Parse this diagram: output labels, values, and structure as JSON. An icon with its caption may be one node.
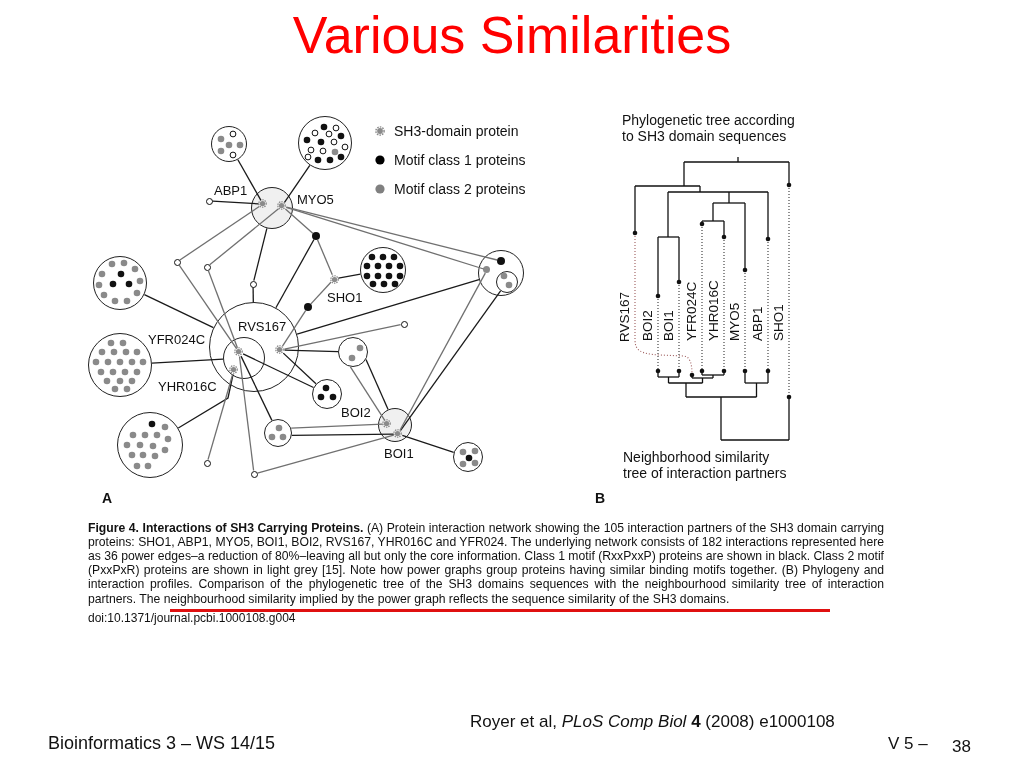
{
  "diagram": {
    "title": "Various Similarities",
    "caption": "**Figure 4. Interactions of SH3 Carrying Proteins.** (A) Protein interaction network showing the 105 interaction partners of the SH3 domain carrying proteins: SHO1, ABP1, MYO5, BOI1, BOI2, RVS167, YHR016C and YFR024. The underlying network consists of 182 interactions represented here as 36 power edges–a reduction of 80%–leaving all but only the core information. Class 1 motif (RxxPxxP) proteins are shown in black. Class 2 motif (PxxPxR) proteins are shown in light grey [15]. Note how power graphs group proteins having similar binding motifs together. (B) Phylogeny and interaction profiles. Comparison of the phylogenetic tree of the SH3 domains sequences with the neighbourhood similarity tree of interaction partners. The neighbourhood similarity implied by the power graph reflects the sequence similarity of the SH3 domains.",
    "nodes": [
      {
        "text": [],
        "shape": "circle"
      },
      {
        "text": [],
        "shape": "circle"
      },
      {
        "text": [],
        "shape": "circle"
      },
      {
        "text": [],
        "shape": "circle",
        "in": 2
      },
      {
        "text": [],
        "shape": "circle",
        "in": 2
      },
      {
        "text": [],
        "shape": "circle"
      },
      {
        "text": [],
        "shape": "circle"
      },
      {
        "text": [],
        "shape": "circle"
      },
      {
        "text": [],
        "shape": "circle"
      },
      {
        "text": [],
        "shape": "circle"
      },
      {
        "text": [],
        "shape": "circle"
      },
      {
        "text": [],
        "shape": "circle"
      },
      {
        "text": [],
        "shape": "circle"
      },
      {
        "text": [],
        "shape": "circle"
      },
      {
        "text": [],
        "shape": "circle"
      },
      {
        "text": [],
        "shape": "circle",
        "in": 14
      },
      {
        "text": [],
        "shape": "circle",
        "in": 14
      },
      {
        "text": [],
        "shape": "circle",
        "in": 14
      },
      {
        "text": [],
        "shape": "circle"
      },
      {
        "text": [],
        "shape": "circle",
        "in": 18
      },
      {
        "text": [],
        "shape": "circle",
        "in": 18
      },
      {
        "text": [],
        "shape": "circle",
        "in": 20
      },
      {
        "text": [],
        "shape": "circle",
        "in": 20
      },
      {
        "text": [],
        "shape": "circle"
      },
      {
        "text": [],
        "shape": "circle"
      },
      {
        "text": [],
        "shape": "circle"
      },
      {
        "text": [],
        "shape": "circle"
      },
      {
        "text": [],
        "shape": "circle"
      },
      {
        "text": [],
        "shape": "circle"
      },
      {
        "text": [],
        "shape": "circle"
      },
      {
        "text": [],
        "shape": "circle",
        "in": 29
      },
      {
        "text": [],
        "shape": "circle",
        "in": 29
      },
      {
        "text": [],
        "shape": "circle"
      },
      {
        "text": [],
        "shape": "circle"
      },
      {
        "text": [],
        "shape": "circle"
      }
    ],
    "edges": [
      {
        "from": 0,
        "to": 3,
        "arrow": "none"
      },
      {
        "from": 1,
        "to": 4,
        "arrow": "none"
      },
      {
        "from": 5,
        "to": 3,
        "arrow": "none"
      },
      {
        "from": 3,
        "to": 6,
        "arrow": "none",
        "color": "#707070"
      },
      {
        "from": 4,
        "to": 7,
        "arrow": "none",
        "color": "#707070"
      },
      {
        "from": 2,
        "to": 8,
        "arrow": "none"
      },
      {
        "from": 4,
        "to": 9,
        "arrow": "none",
        "color": "#707070"
      },
      {
        "from": 4,
        "to": 15,
        "arrow": "none",
        "color": "#707070"
      },
      {
        "from": 4,
        "to": 16,
        "arrow": "none",
        "color": "#707070"
      },
      {
        "from": 9,
        "to": 12,
        "arrow": "none",
        "color": "#707070"
      },
      {
        "from": 9,
        "to": 18,
        "arrow": "none"
      },
      {
        "from": 12,
        "to": 11,
        "arrow": "none"
      },
      {
        "from": 12,
        "to": 13,
        "arrow": "none",
        "color": "#707070"
      },
      {
        "from": 13,
        "to": 19,
        "arrow": "none",
        "color": "#707070"
      },
      {
        "from": 10,
        "to": 18,
        "arrow": "none"
      },
      {
        "from": 6,
        "to": 21,
        "arrow": "none",
        "color": "#707070"
      },
      {
        "from": 7,
        "to": 21,
        "arrow": "none",
        "color": "#707070"
      },
      {
        "from": 8,
        "to": 18,
        "arrow": "none"
      },
      {
        "from": 14,
        "to": 18,
        "arrow": "none"
      },
      {
        "from": 19,
        "to": 23,
        "arrow": "none",
        "color": "#707070"
      },
      {
        "from": 24,
        "to": 20,
        "arrow": "none"
      },
      {
        "from": 19,
        "to": 25,
        "arrow": "none"
      },
      {
        "from": 19,
        "to": 26,
        "arrow": "none"
      },
      {
        "from": 21,
        "to": 26,
        "arrow": "none"
      },
      {
        "from": 27,
        "to": 22,
        "arrow": "none"
      },
      {
        "from": 21,
        "to": 28,
        "arrow": "none"
      },
      {
        "from": 22,
        "to": 33,
        "arrow": "none",
        "color": "#707070"
      },
      {
        "from": 21,
        "to": 34,
        "arrow": "none",
        "color": "#707070"
      },
      {
        "from": 34,
        "to": 31,
        "arrow": "none",
        "color": "#707070"
      },
      {
        "from": 25,
        "to": 30,
        "arrow": "none",
        "color": "#707070"
      },
      {
        "from": 25,
        "to": 29,
        "arrow": "none"
      },
      {
        "from": 28,
        "to": 30,
        "arrow": "none",
        "color": "#707070"
      },
      {
        "from": 28,
        "to": 31,
        "arrow": "none"
      },
      {
        "from": 31,
        "to": 32,
        "arrow": "none"
      },
      {
        "from": 17,
        "to": 31,
        "arrow": "none"
      },
      {
        "from": 16,
        "to": 31,
        "arrow": "none",
        "color": "#707070"
      }
    ],
    "labels": [
      "Phylogenetic tree according to SH3 domain sequences",
      "ABP1",
      "MYO5",
      "SHO1",
      "RVS167",
      "YFR024C",
      "YHR016C",
      "BOI2",
      "BOI1",
      "RVS167",
      "BOI2",
      "BOI1",
      "YFR024C",
      "YHR016C",
      "MYO5",
      "ABP1",
      "SHO1",
      "Neighborhood similarity tree of interaction partners",
      "A",
      "B",
      "doi:10.1371/journal.pcbi.1000108.g004",
      "Royer et al, *PLoS Comp Biol* **4** (2008) e1000108",
      "Bioinformatics 3 – WS 14/15",
      "V 5 –",
      "38"
    ],
    "legend": [
      {
        "text": "SH3-domain protein"
      },
      {
        "text": "Motif class 1 proteins",
        "color": "#000000"
      },
      {
        "text": "Motif class 2 proteins",
        "color": "#808080"
      }
    ]
  }
}
